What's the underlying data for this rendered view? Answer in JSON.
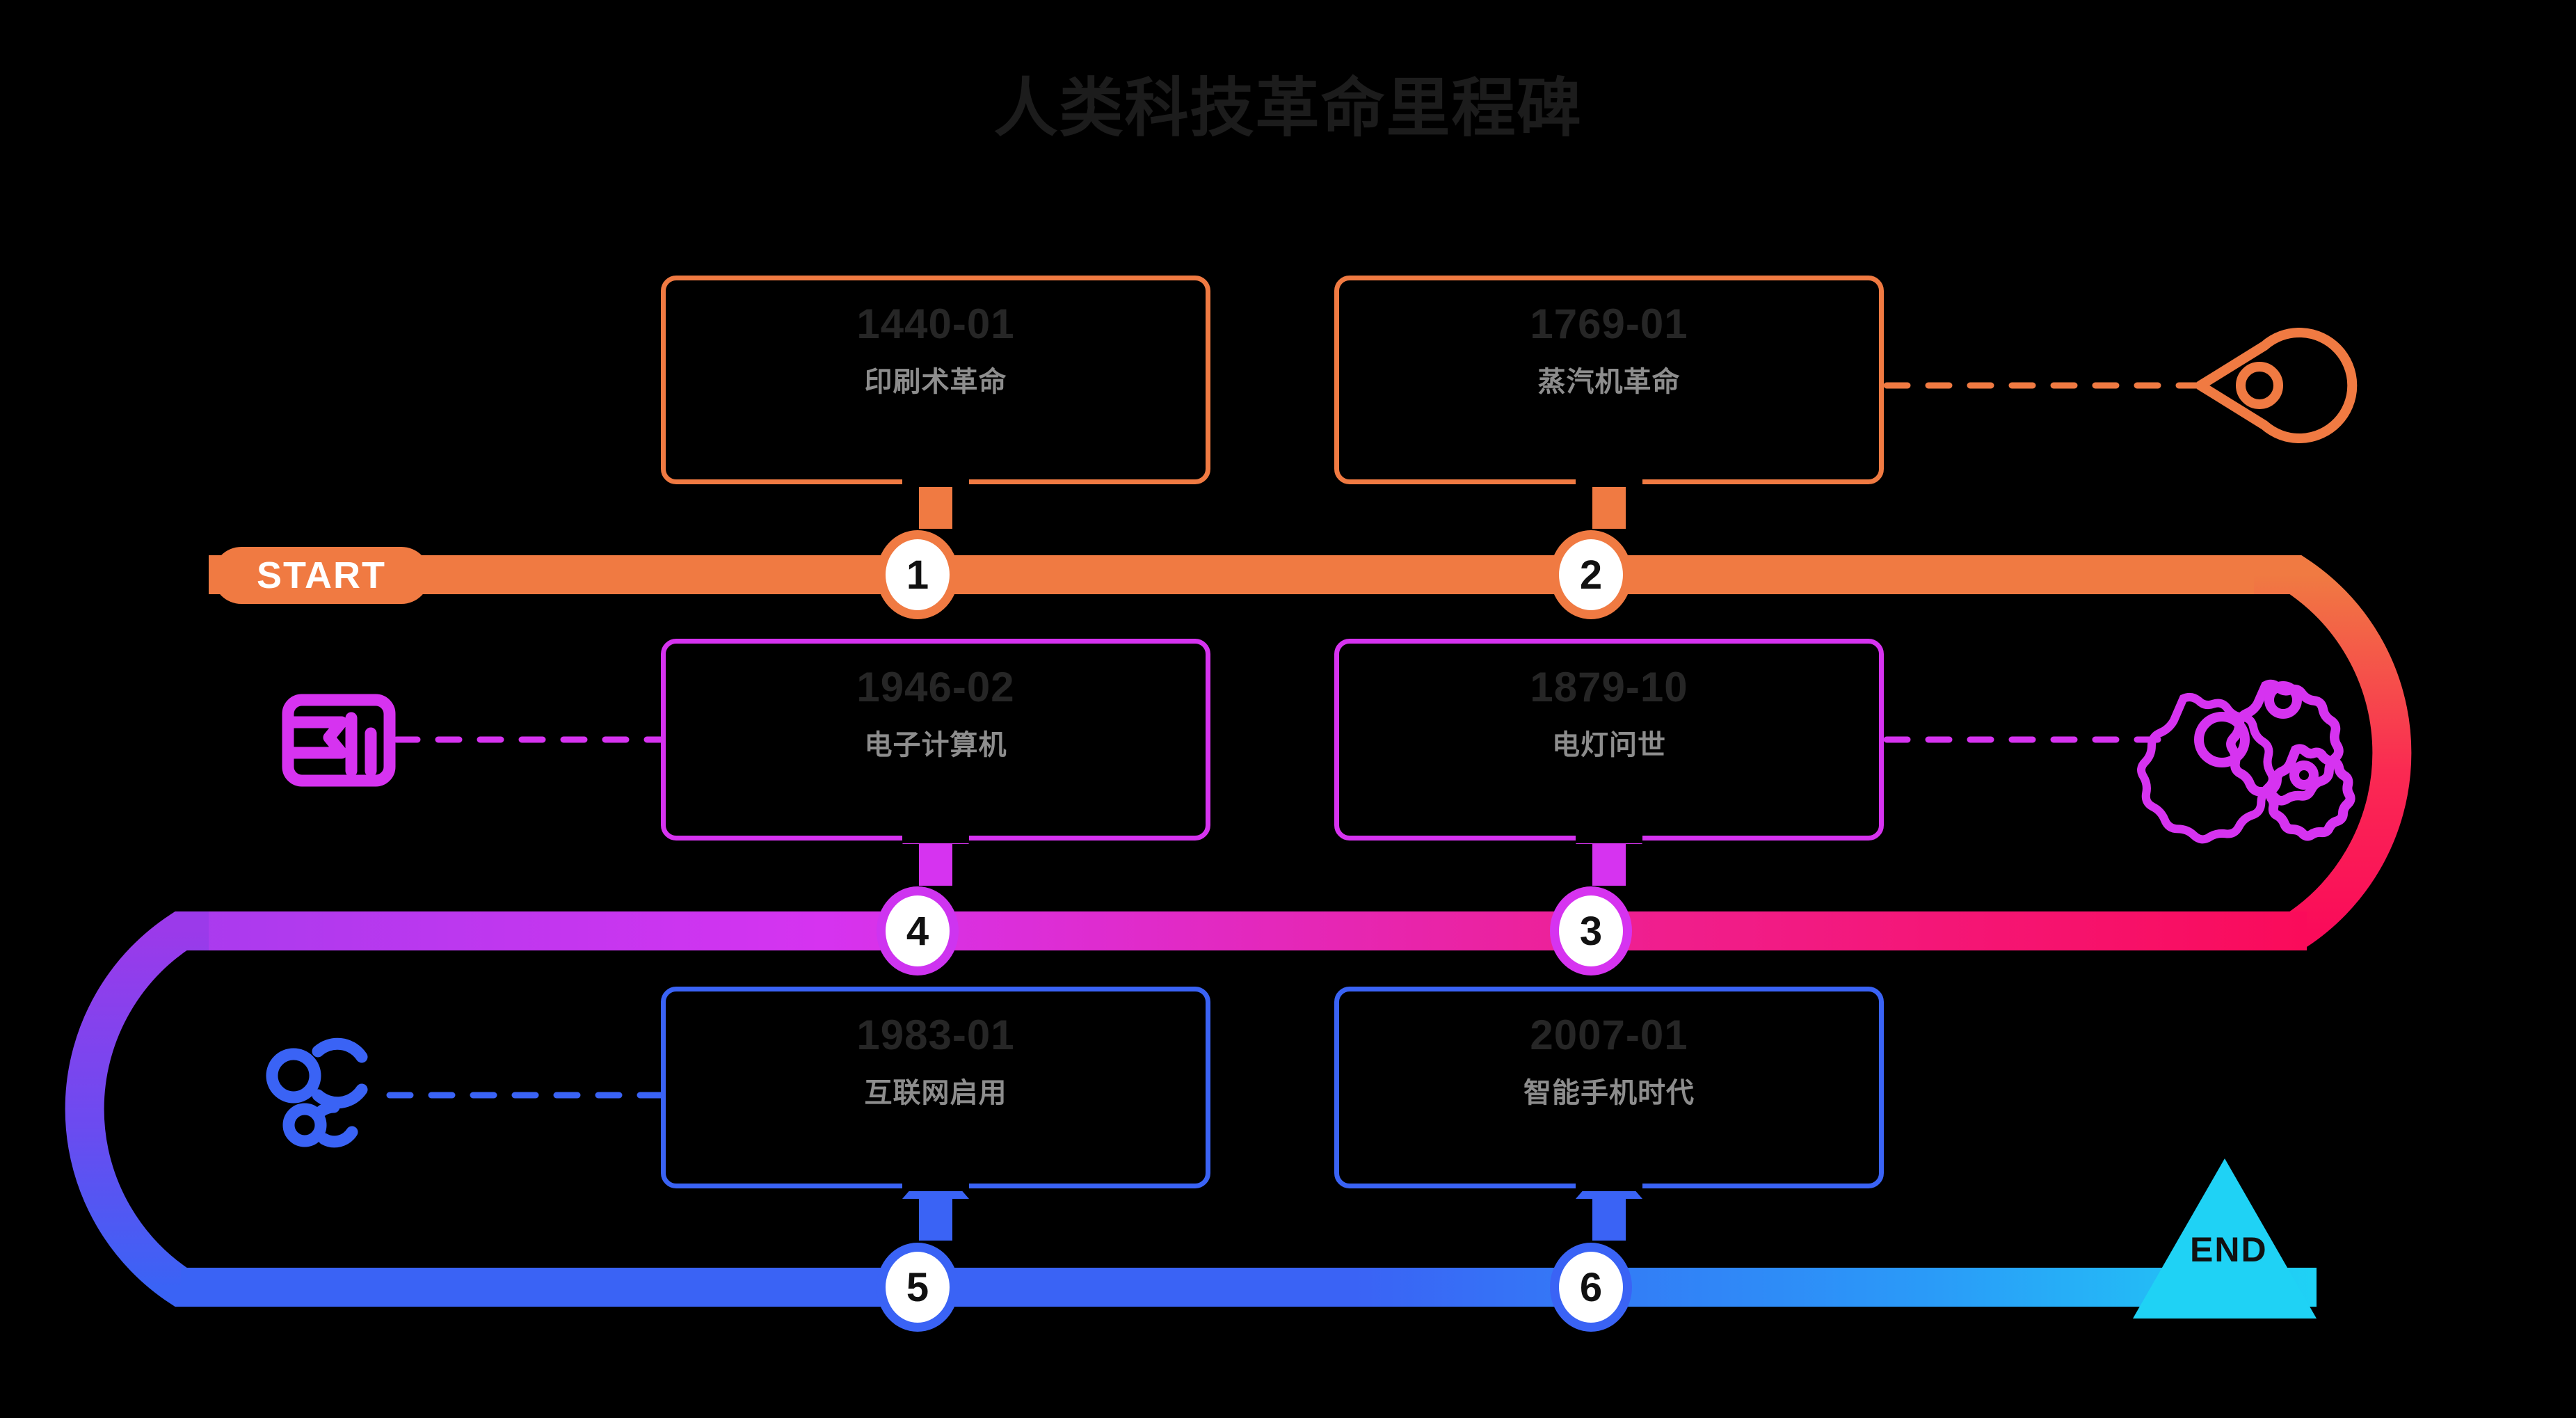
{
  "title": "人类科技革命里程碑",
  "track": {
    "start_label": "START",
    "end_label": "END",
    "colors": {
      "orange": "#F07A42",
      "crimson": "#FA0B5A",
      "magenta": "#D633F0",
      "pink": "#F01E8C",
      "purple": "#8B3FE8",
      "blue": "#3A63F5",
      "cyan": "#1FD2F5"
    }
  },
  "milestones": [
    {
      "number": "1",
      "date": "1440-01",
      "label": "印刷术革命",
      "color": "#F07A42",
      "row": "top"
    },
    {
      "number": "2",
      "date": "1769-01",
      "label": "蒸汽机革命",
      "color": "#F07A42",
      "row": "top"
    },
    {
      "number": "3",
      "date": "1879-10",
      "label": "电灯问世",
      "color": "#D633F0",
      "row": "middle"
    },
    {
      "number": "4",
      "date": "1946-02",
      "label": "电子计算机",
      "color": "#D633F0",
      "row": "middle"
    },
    {
      "number": "5",
      "date": "1983-01",
      "label": "互联网启用",
      "color": "#3A63F5",
      "row": "bottom"
    },
    {
      "number": "6",
      "date": "2007-01",
      "label": "智能手机时代",
      "color": "#3A63F5",
      "row": "bottom"
    }
  ],
  "decor_icons": [
    {
      "name": "location-pin-icon",
      "color": "#F07A42",
      "side": "right",
      "row": "top"
    },
    {
      "name": "gears-icon",
      "color": "#D633F0",
      "side": "right",
      "row": "middle"
    },
    {
      "name": "bar-chart-flag-icon",
      "color": "#D633F0",
      "side": "left",
      "row": "middle"
    },
    {
      "name": "network-nodes-icon",
      "color": "#3A63F5",
      "side": "left",
      "row": "bottom"
    }
  ]
}
